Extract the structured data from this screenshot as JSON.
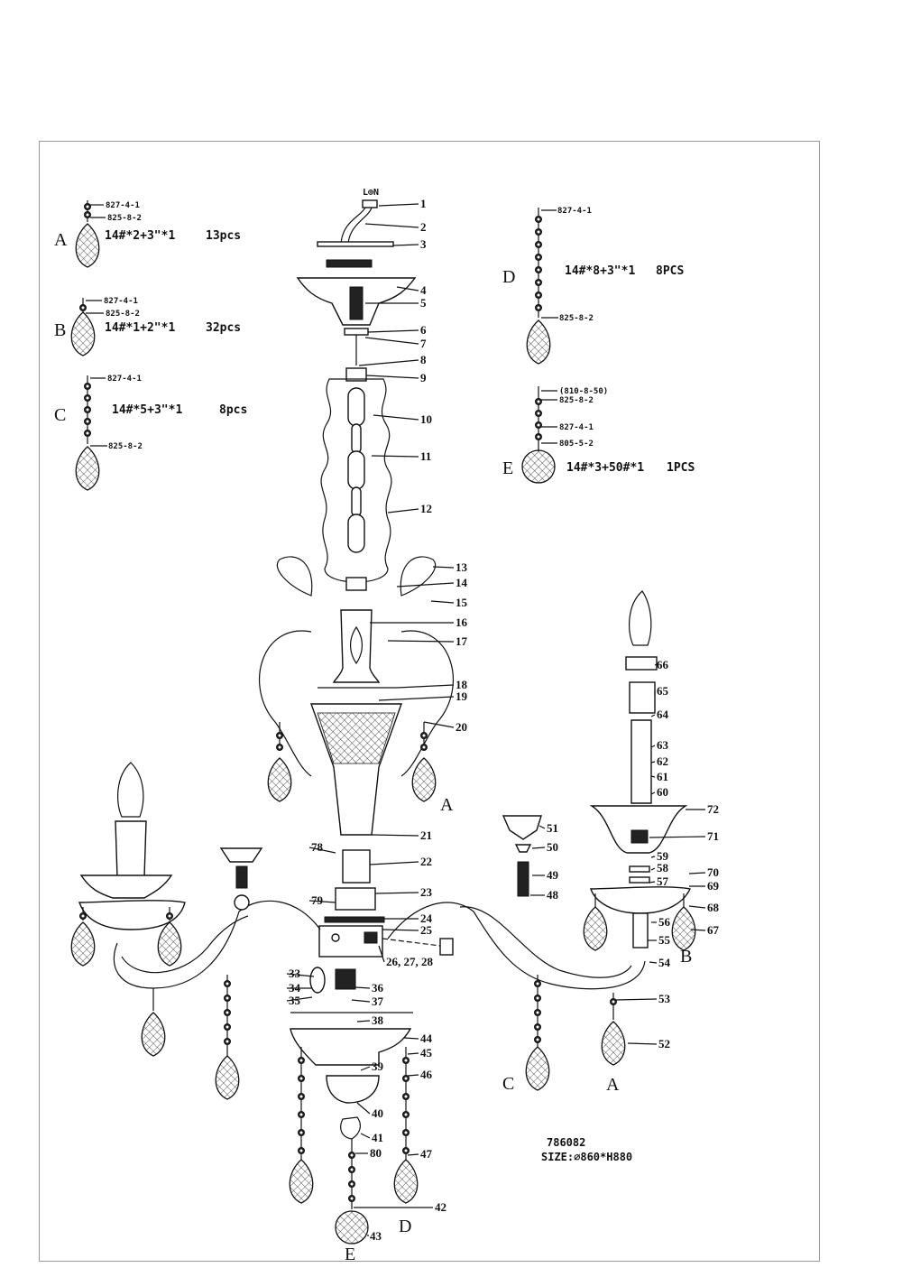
{
  "header": {
    "top_label": "L⊕N"
  },
  "model": {
    "number": "786082",
    "size": "SIZE:⌀860*H880"
  },
  "crystal_specs": [
    {
      "letter": "A",
      "top_code": "827-4-1",
      "bottom_code": "825-8-2",
      "formula": "14#*2+3\"*1",
      "qty": "13pcs"
    },
    {
      "letter": "B",
      "top_code": "827-4-1",
      "bottom_code": "825-8-2",
      "formula": "14#*1+2\"*1",
      "qty": "32pcs"
    },
    {
      "letter": "C",
      "top_code": "827-4-1",
      "bottom_code": "825-8-2",
      "formula": "14#*5+3\"*1",
      "qty": "8pcs"
    },
    {
      "letter": "D",
      "top_code": "827-4-1",
      "bottom_code": "825-8-2",
      "formula": "14#*8+3\"*1",
      "qty": "8PCS"
    },
    {
      "letter": "E",
      "codes": [
        "(810-8-50)",
        "825-8-2",
        "827-4-1",
        "805-5-2"
      ],
      "formula": "14#*3+50#*1",
      "qty": "1PCS"
    }
  ],
  "part_numbers": [
    "1",
    "2",
    "3",
    "4",
    "5",
    "6",
    "7",
    "8",
    "9",
    "10",
    "11",
    "12",
    "13",
    "14",
    "15",
    "16",
    "17",
    "18",
    "19",
    "20",
    "21",
    "22",
    "23",
    "24",
    "25",
    "26, 27, 28",
    "33",
    "34",
    "35",
    "36",
    "37",
    "38",
    "39",
    "40",
    "41",
    "42",
    "43",
    "44",
    "45",
    "46",
    "47",
    "48",
    "49",
    "50",
    "51",
    "52",
    "53",
    "54",
    "55",
    "56",
    "57",
    "58",
    "59",
    "60",
    "61",
    "62",
    "63",
    "64",
    "65",
    "66",
    "67",
    "68",
    "69",
    "70",
    "71",
    "72",
    "78",
    "79",
    "80"
  ],
  "assembly_letters": [
    "A",
    "B",
    "C",
    "A",
    "D",
    "E"
  ]
}
